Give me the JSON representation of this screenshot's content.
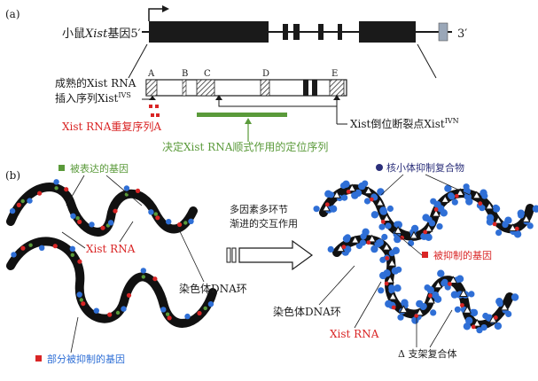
{
  "colors": {
    "black": "#1a1a1a",
    "red": "#d92525",
    "green": "#5a9a3a",
    "blue": "#2f6fd6",
    "navy": "#2b2f7a",
    "grey": "#9aa7b8"
  },
  "panel_a": {
    "label": "(a)",
    "gene_label_pre": "小鼠",
    "gene_label_italic": "Xist",
    "gene_label_post": "基因5′",
    "three_prime": "3′",
    "rna_label_line1": "成熟的Xist RNA",
    "rna_label_line2": "插入序列Xist",
    "rna_label_sup": "IVS",
    "repeat_letters": [
      "A",
      "B",
      "C",
      "D",
      "E"
    ],
    "repeat_a_label": "Xist RNA重复序列A",
    "localization_label": "决定Xist RNA顺式作用的定位序列",
    "breakpoint_label": "Xist倒位断裂点Xist",
    "breakpoint_sup": "IVN"
  },
  "panel_b": {
    "label": "(b)",
    "left": {
      "expressed_gene": "被表达的基因",
      "xist_rna": "Xist RNA",
      "chromatin_loop": "染色体DNA环",
      "partially_repressed": "部分被抑制的基因"
    },
    "middle": {
      "line1": "多因素多环节",
      "line2": "渐进的交互作用"
    },
    "right": {
      "nucleolar_complex": "核小体抑制复合物",
      "repressed_gene": "被抑制的基因",
      "chromatin_loop": "染色体DNA环",
      "xist_rna": "Xist RNA",
      "scaffold_complex": "Δ 支架复合体"
    }
  }
}
